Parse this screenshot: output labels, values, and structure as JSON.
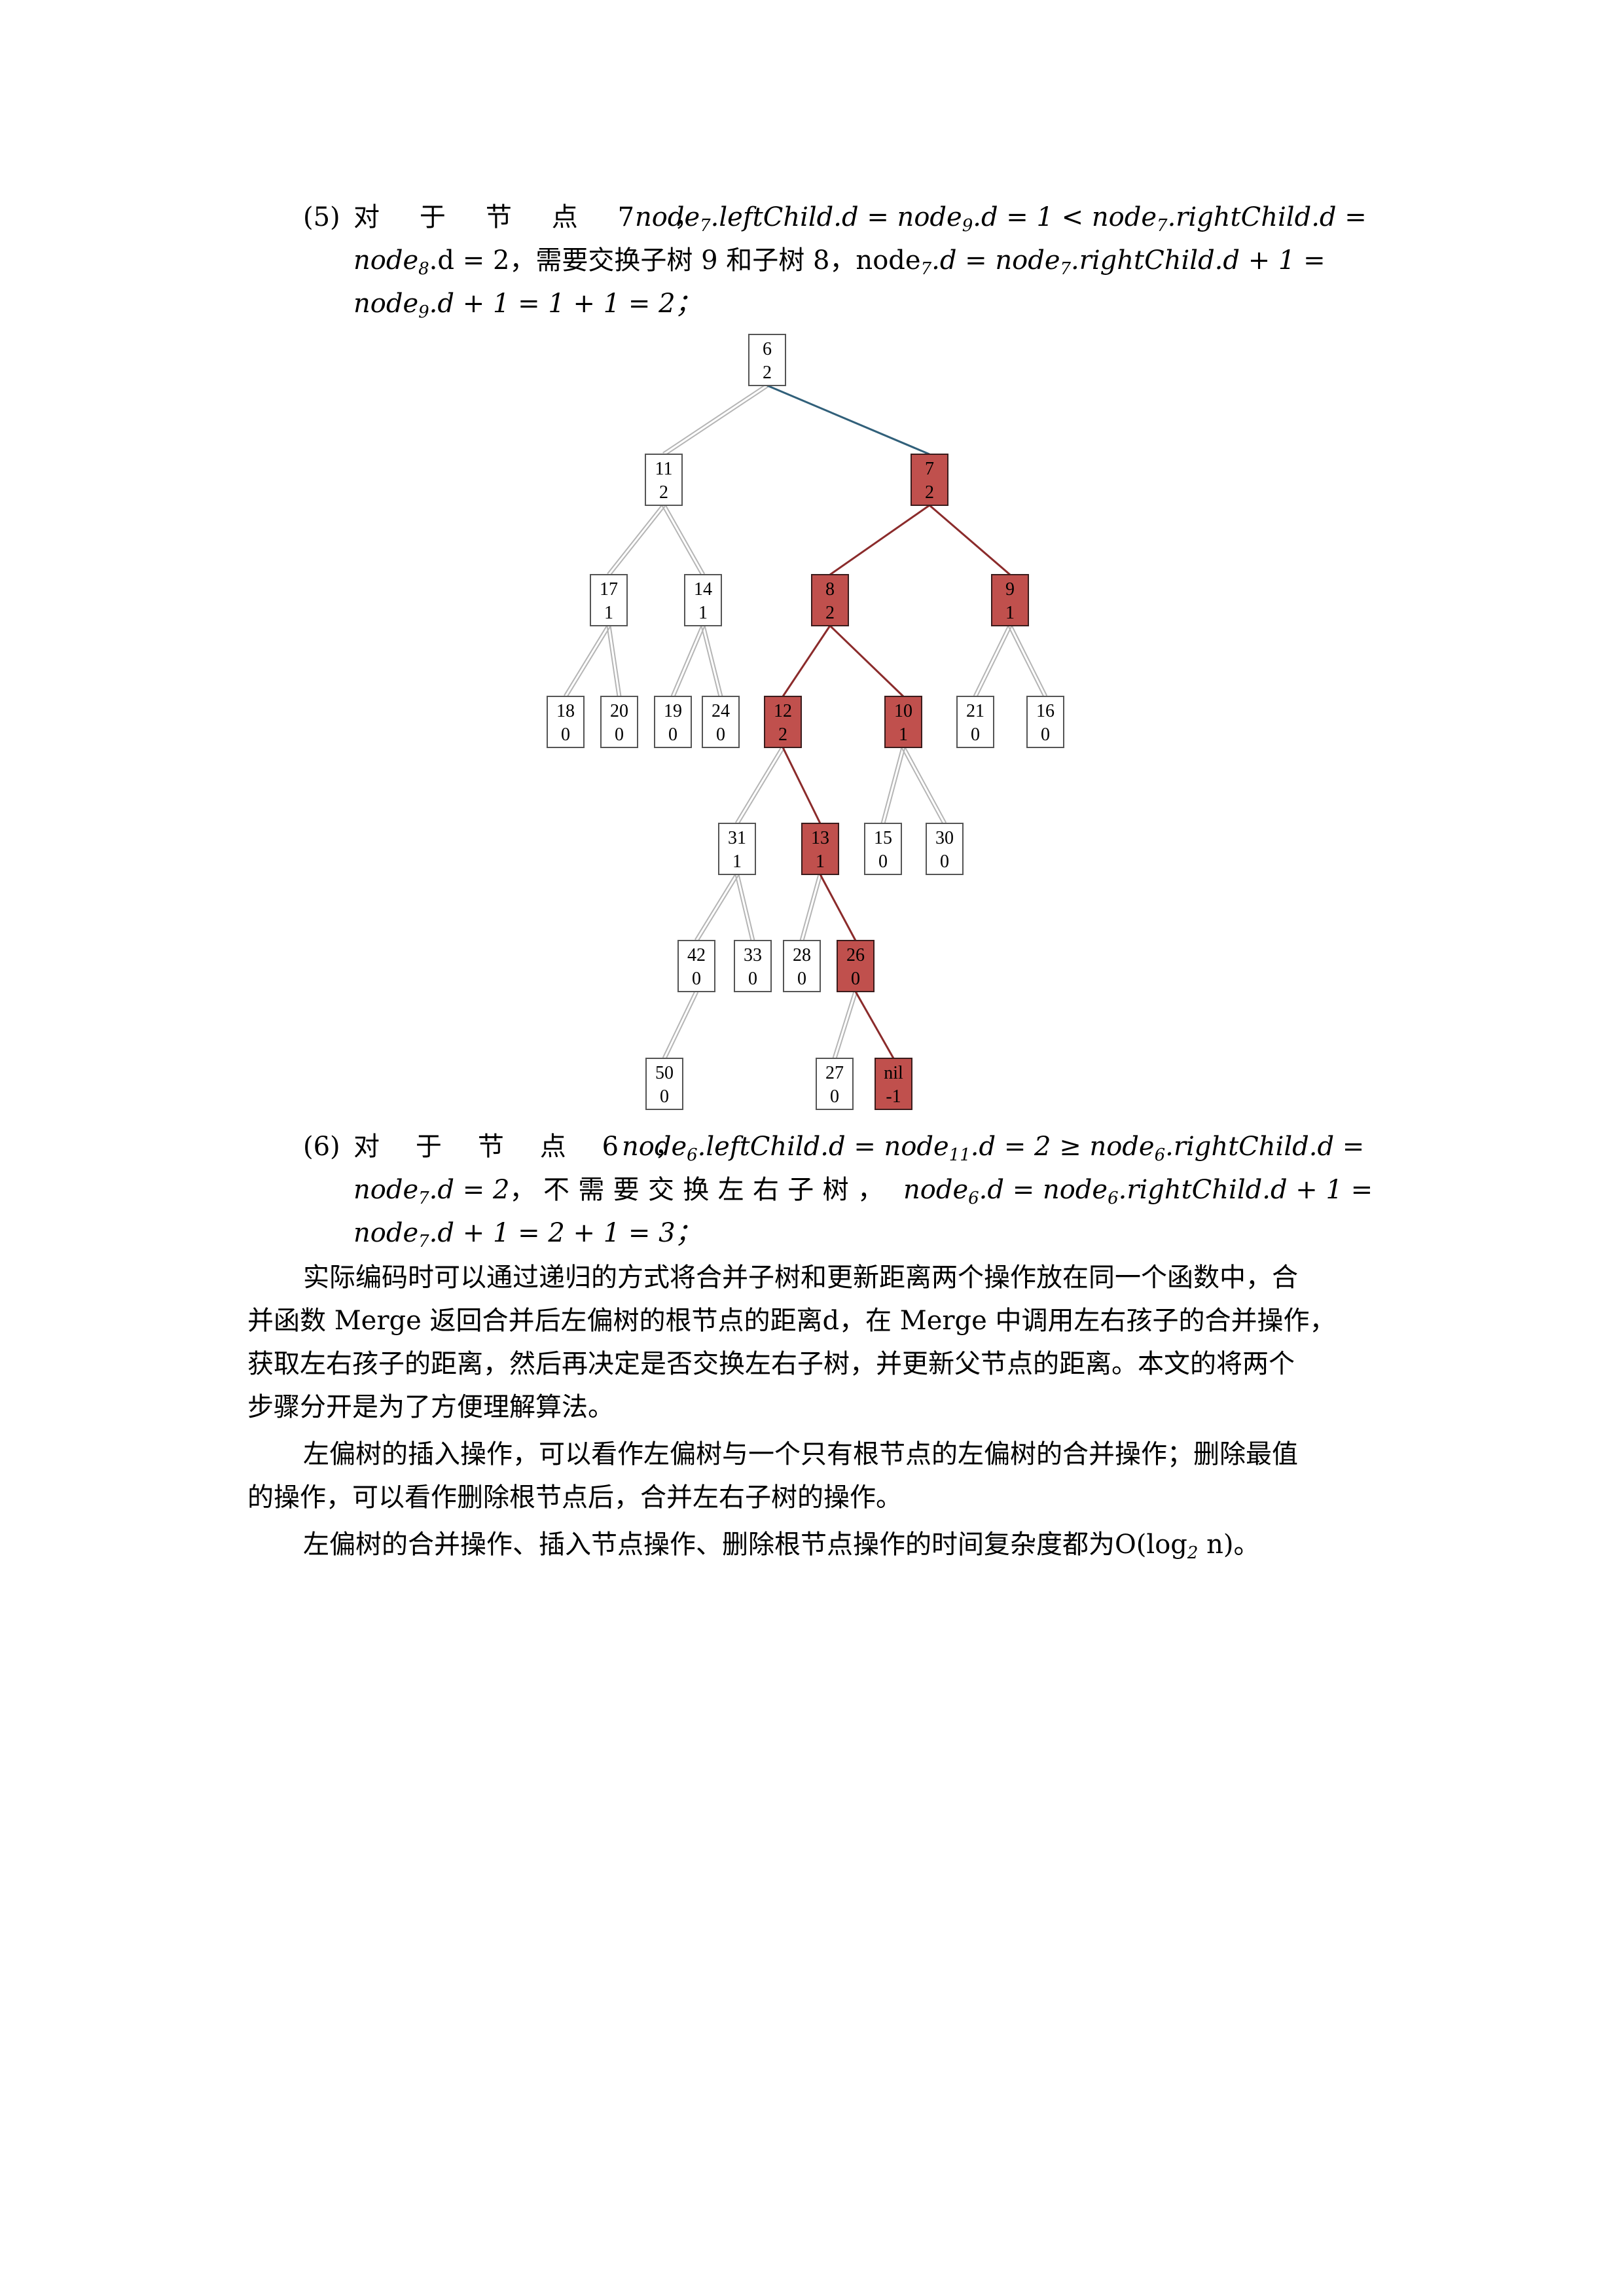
{
  "item5": {
    "number": "(5)",
    "line1_words": [
      "对",
      "于",
      "节",
      "点",
      "7",
      "，"
    ],
    "line1_math_parts": [
      "node",
      "7",
      ".leftChild.d = node",
      "9",
      ".d = 1 < node",
      "7",
      ".rightChild.d ="
    ],
    "line2_parts": [
      "node",
      "8",
      ".d = 2，需要交换子树 9 和子树 8，node",
      "7",
      ".d = node",
      "7",
      ".rightChild.d + 1 ="
    ],
    "line3_parts": [
      "node",
      "9",
      ".d + 1 = 1 + 1 = 2；"
    ]
  },
  "tree": {
    "highlight_color": "#c0504d",
    "edge_highlight_color": "#8b2b2b",
    "edge_root_right_color": "#31607a",
    "edge_normal_color": "#b5b5b5",
    "nodes": [
      {
        "id": "n6",
        "key": "6",
        "dist": "2",
        "highlight": false
      },
      {
        "id": "n11",
        "key": "11",
        "dist": "2",
        "highlight": false
      },
      {
        "id": "n7",
        "key": "7",
        "dist": "2",
        "highlight": true
      },
      {
        "id": "n17",
        "key": "17",
        "dist": "1",
        "highlight": false
      },
      {
        "id": "n14",
        "key": "14",
        "dist": "1",
        "highlight": false
      },
      {
        "id": "n8",
        "key": "8",
        "dist": "2",
        "highlight": true
      },
      {
        "id": "n9",
        "key": "9",
        "dist": "1",
        "highlight": true
      },
      {
        "id": "n18",
        "key": "18",
        "dist": "0",
        "highlight": false
      },
      {
        "id": "n20",
        "key": "20",
        "dist": "0",
        "highlight": false
      },
      {
        "id": "n19",
        "key": "19",
        "dist": "0",
        "highlight": false
      },
      {
        "id": "n24",
        "key": "24",
        "dist": "0",
        "highlight": false
      },
      {
        "id": "n12",
        "key": "12",
        "dist": "2",
        "highlight": true
      },
      {
        "id": "n10",
        "key": "10",
        "dist": "1",
        "highlight": true
      },
      {
        "id": "n21",
        "key": "21",
        "dist": "0",
        "highlight": false
      },
      {
        "id": "n16",
        "key": "16",
        "dist": "0",
        "highlight": false
      },
      {
        "id": "n31",
        "key": "31",
        "dist": "1",
        "highlight": false
      },
      {
        "id": "n13",
        "key": "13",
        "dist": "1",
        "highlight": true
      },
      {
        "id": "n15",
        "key": "15",
        "dist": "0",
        "highlight": false
      },
      {
        "id": "n30",
        "key": "30",
        "dist": "0",
        "highlight": false
      },
      {
        "id": "n42",
        "key": "42",
        "dist": "0",
        "highlight": false
      },
      {
        "id": "n33",
        "key": "33",
        "dist": "0",
        "highlight": false
      },
      {
        "id": "n28",
        "key": "28",
        "dist": "0",
        "highlight": false
      },
      {
        "id": "n26",
        "key": "26",
        "dist": "0",
        "highlight": true
      },
      {
        "id": "n50",
        "key": "50",
        "dist": "0",
        "highlight": false
      },
      {
        "id": "n27",
        "key": "27",
        "dist": "0",
        "highlight": false
      },
      {
        "id": "nnil",
        "key": "nil",
        "dist": "-1",
        "highlight": true
      }
    ],
    "edges": [
      {
        "from": "n6",
        "to": "n11",
        "style": "normal"
      },
      {
        "from": "n6",
        "to": "n7",
        "style": "root-right"
      },
      {
        "from": "n11",
        "to": "n17",
        "style": "normal"
      },
      {
        "from": "n11",
        "to": "n14",
        "style": "normal"
      },
      {
        "from": "n7",
        "to": "n8",
        "style": "highlight"
      },
      {
        "from": "n7",
        "to": "n9",
        "style": "highlight"
      },
      {
        "from": "n17",
        "to": "n18",
        "style": "normal"
      },
      {
        "from": "n17",
        "to": "n20",
        "style": "normal"
      },
      {
        "from": "n14",
        "to": "n19",
        "style": "normal"
      },
      {
        "from": "n14",
        "to": "n24",
        "style": "normal"
      },
      {
        "from": "n8",
        "to": "n12",
        "style": "highlight"
      },
      {
        "from": "n8",
        "to": "n10",
        "style": "highlight"
      },
      {
        "from": "n9",
        "to": "n21",
        "style": "normal"
      },
      {
        "from": "n9",
        "to": "n16",
        "style": "normal"
      },
      {
        "from": "n12",
        "to": "n31",
        "style": "normal"
      },
      {
        "from": "n12",
        "to": "n13",
        "style": "highlight"
      },
      {
        "from": "n10",
        "to": "n15",
        "style": "normal"
      },
      {
        "from": "n10",
        "to": "n30",
        "style": "normal"
      },
      {
        "from": "n31",
        "to": "n42",
        "style": "normal"
      },
      {
        "from": "n31",
        "to": "n33",
        "style": "normal"
      },
      {
        "from": "n13",
        "to": "n28",
        "style": "normal"
      },
      {
        "from": "n13",
        "to": "n26",
        "style": "highlight"
      },
      {
        "from": "n42",
        "to": "n50",
        "style": "normal"
      },
      {
        "from": "n26",
        "to": "n27",
        "style": "normal"
      },
      {
        "from": "n26",
        "to": "nnil",
        "style": "highlight"
      }
    ]
  },
  "item6": {
    "number": "(6)",
    "line1_words": [
      "对",
      "于",
      "节",
      "点",
      "6",
      "，"
    ],
    "line1_math_parts": [
      "node",
      "6",
      ".leftChild.d = node",
      "11",
      ".d = 2 ≥ node",
      "6",
      ".rightChild.d ="
    ],
    "line2_words": [
      "node",
      "7",
      ".d = 2",
      "，",
      "不",
      "需",
      "要",
      "交",
      "换",
      "左",
      "右",
      "子",
      "树",
      "，",
      "node",
      "6",
      ".d = node",
      "6",
      ".rightChild.d + 1 ="
    ],
    "line3_parts": [
      "node",
      "7",
      ".d + 1 = 2 + 1 = 3；"
    ]
  },
  "paragraphs": {
    "p1": [
      "实际编码时可以通过递归的方式将合并子树和更新距离两个操作放在同一个函数中，合",
      "并函数 Merge 返回合并后左偏树的根节点的距离d，在 Merge 中调用左右孩子的合并操作，",
      "获取左右孩子的距离，然后再决定是否交换左右子树，并更新父节点的距离。本文的将两个",
      "步骤分开是为了方便理解算法。"
    ],
    "p2": [
      "左偏树的插入操作，可以看作左偏树与一个只有根节点的左偏树的合并操作；删除最值",
      "的操作，可以看作删除根节点后，合并左右子树的操作。"
    ],
    "p3": [
      "左偏树的合并操作、插入节点操作、删除根节点操作的时间复杂度都为O(log",
      "2",
      " n)。"
    ]
  }
}
